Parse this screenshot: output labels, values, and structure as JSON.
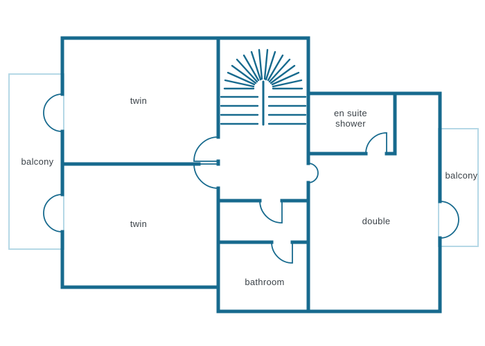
{
  "colors": {
    "wall": "#176a8e",
    "balcony_outline": "#b5d8e6",
    "label": "#3b4248",
    "background": "#ffffff"
  },
  "labels": {
    "twin_top": "twin",
    "twin_bottom": "twin",
    "double": "double",
    "bathroom": "bathroom",
    "ensuite_line1": "en suite",
    "ensuite_line2": "shower",
    "balcony_left": "balcony",
    "balcony_right": "balcony"
  },
  "features": {
    "staircase": "staircase-fan",
    "door_symbol": "door-swing-arc"
  }
}
